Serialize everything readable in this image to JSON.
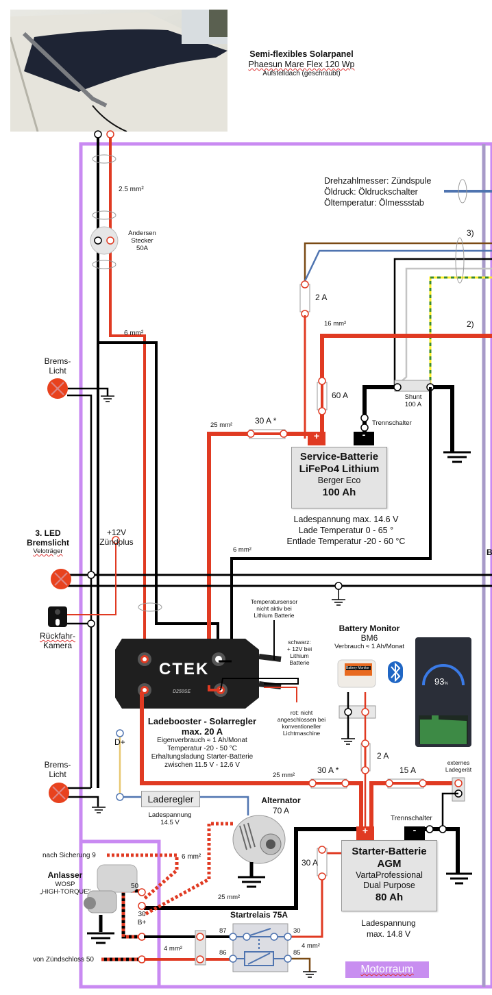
{
  "solar": {
    "title": "Semi-flexibles Solarpanel",
    "model": "Phaesun Mare Flex 120 Wp",
    "mount": "Aufstelldach (geschraubt)"
  },
  "andersen": {
    "line1": "Andersen",
    "line2": "Stecker",
    "line3": "50A"
  },
  "cables": {
    "solar": "2.5 mm²",
    "ctek_in": "6 mm²",
    "service_main": "16 mm²",
    "booster_out": "25 mm²",
    "ground_6": "6 mm²",
    "starter_25": "25 mm²",
    "alt_6": "6 mm²",
    "relay_4a": "4 mm²",
    "relay_4b": "4 mm²",
    "starter_black": "25 mm²"
  },
  "gauges": {
    "line1": "Drehzahlmesser: Zündspule",
    "line2": "Öldruck: Öldruckschalter",
    "line3": "Öltemperatur: Ölmessstab",
    "ref3": "3)",
    "ref2": "2)"
  },
  "fuses": {
    "f2a_top": "2 A",
    "f60": "60 A",
    "f30_service": "30 A *",
    "f30_starter": "30 A *",
    "f2a_bm": "2 A",
    "f15": "15 A",
    "f30_relay": "30 A"
  },
  "shunt": {
    "line1": "Shunt",
    "line2": "100 A"
  },
  "trennschalter_service": "Trennschalter",
  "trennschalter_starter": "Trennschalter",
  "service_battery": {
    "title1": "Service-Batterie",
    "title2": "LiFePo4 Lithium",
    "brand": "Berger Eco",
    "capacity": "100 Ah",
    "plus": "+",
    "minus": "-",
    "spec1": "Ladespannung max. 14.6 V",
    "spec2": "Lade Temperatur 0 - 65 °",
    "spec3": "Entlade Temperatur -20 - 60 °C"
  },
  "lights": {
    "brake1_l1": "Brems-",
    "brake1_l2": "Licht",
    "led_l1": "3. LED",
    "led_l2": "Bremslicht",
    "led_l3": "Veloträger",
    "brake2_l1": "Brems-",
    "brake2_l2": "Licht"
  },
  "zuendplus": {
    "l1": "+12V",
    "l2": "Zündplus"
  },
  "camera": {
    "l1": "Rückfahr-",
    "l2": "Kamera"
  },
  "truncated_right": "B",
  "ctek": {
    "logo": "CTEK",
    "model": "D250SE",
    "title1": "Ladebooster - Solarregler",
    "title2": "max. 20 A",
    "spec1": "Eigenverbrauch ≈ 1 Ah/Monat",
    "spec2": "Temperatur -20 - 50 °C",
    "spec3": "Erhaltungsladung Starter-Batterie",
    "spec4": "zwischen 11.5 V - 12.6 V",
    "temp_l1": "Temperatursensor",
    "temp_l2": "nicht aktiv bei",
    "temp_l3": "Lithium Batterie",
    "black_l1": "schwarz:",
    "black_l2": "+ 12V bei",
    "black_l3": "Lithium",
    "black_l4": "Batterie",
    "red_l1": "rot: nicht",
    "red_l2": "angeschlossen bei",
    "red_l3": "konventioneller",
    "red_l4": "Lichtmaschine"
  },
  "monitor": {
    "title": "Battery Monitor",
    "model": "BM6",
    "consumption": "Verbrauch ≈ 1 Ah/Monat",
    "device_label": "Battery Monitor",
    "app_percent": "93",
    "app_unit": "%"
  },
  "extern": {
    "l1": "externes",
    "l2": "Ladegerät"
  },
  "dplus": "D+",
  "laderegler": {
    "label": "Laderegler",
    "spec1": "Ladespannung",
    "spec2": "14.5 V"
  },
  "alternator": {
    "title": "Alternator",
    "rating": "70 A"
  },
  "starter_battery": {
    "title1": "Starter-Batterie",
    "title2": "AGM",
    "brand1": "VartaProfessional",
    "brand2": "Dual Purpose",
    "capacity": "80 Ah",
    "plus": "+",
    "minus": "-",
    "spec1": "Ladespannung",
    "spec2": "max. 14.8 V"
  },
  "anlasser": {
    "title": "Anlasser",
    "l2": "WOSP",
    "l3": "„HIGH-TORQUE\"",
    "t50": "50",
    "t30": "30",
    "tB": "B+",
    "nach": "nach Sicherung 9",
    "von": "von Zündschloss 50"
  },
  "relay": {
    "title": "Startrelais 75A",
    "p87": "87",
    "p86": "86",
    "p30": "30",
    "p85": "85"
  },
  "zone": "Motorraum",
  "colors": {
    "red": "#e03a22",
    "black": "#000000",
    "purple_frame": "#c98af2",
    "lavender": "#a79ac8",
    "blue": "#4f74b0",
    "brown": "#7a4a14",
    "grey": "#c4c4c4"
  }
}
